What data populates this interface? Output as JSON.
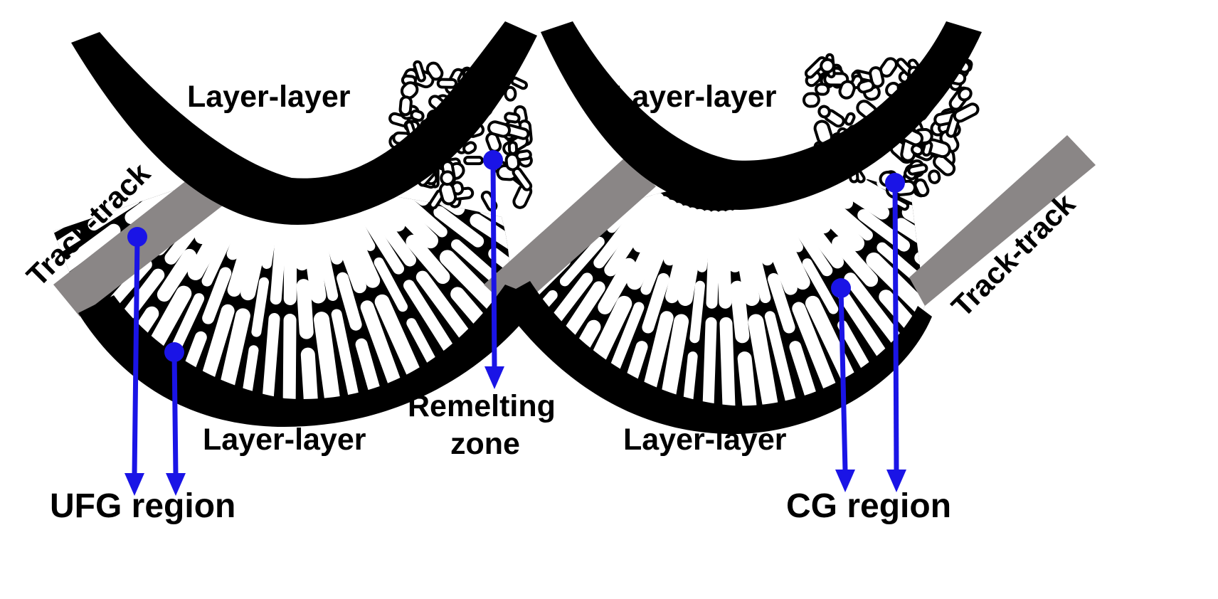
{
  "labels": {
    "layer_top_left": "Layer-layer",
    "layer_top_right": "Layer-layer",
    "layer_bottom_left": "Layer-layer",
    "layer_bottom_right": "Layer-layer",
    "track_left": "Track-track",
    "track_right": "Track-track",
    "remelting_line1": "Remelting",
    "remelting_line2": "zone",
    "ufg": "UFG region",
    "cg": "CG region"
  },
  "colors": {
    "boundary": "#000000",
    "track_band": "#8a8686",
    "marker": "#1a14e6",
    "grain_fill": "#ffffff"
  }
}
